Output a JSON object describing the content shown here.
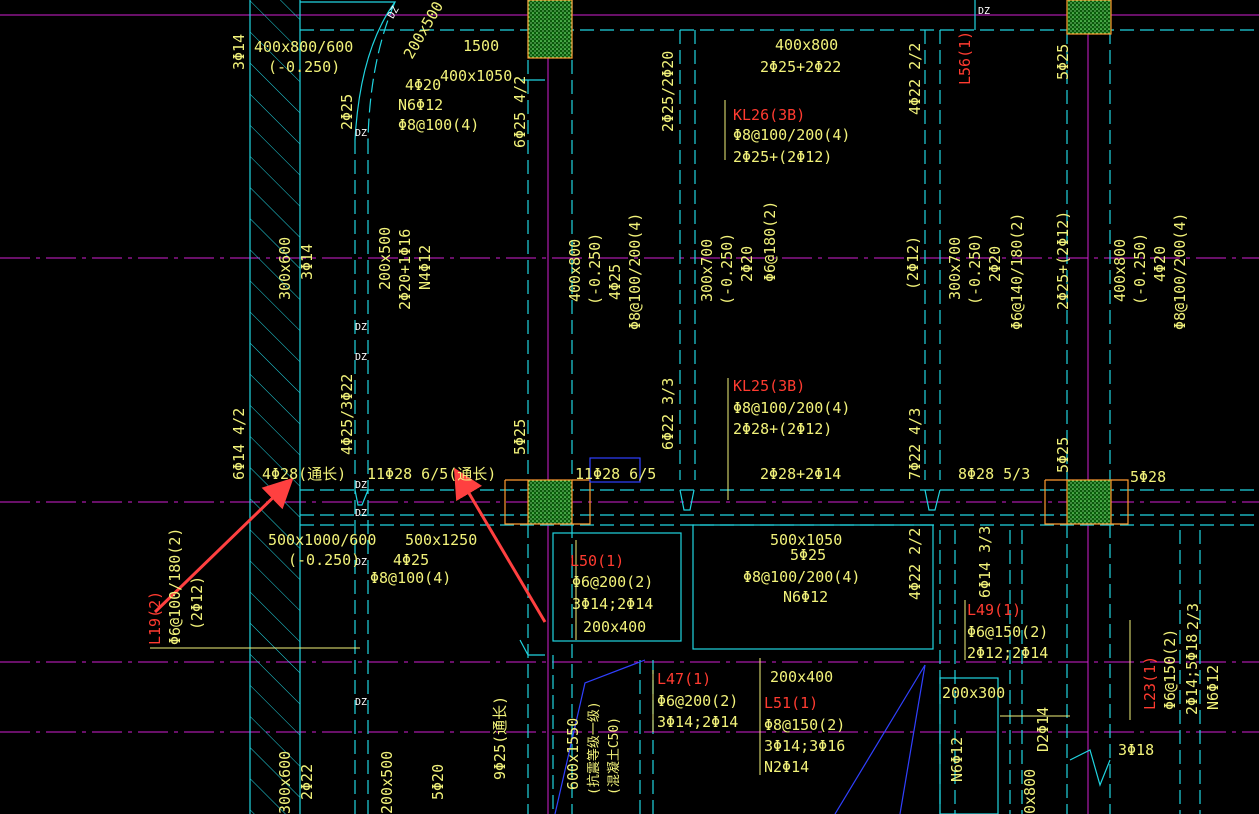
{
  "annotations": {
    "t1": "3Φ14",
    "t2": "400x800/600",
    "t3": "(-0.250)",
    "t4": "200x500",
    "t5": "1500",
    "t6": "4Φ20",
    "t7": "400x1050",
    "t8": "N6Φ12",
    "t9": "Φ8@100(4)",
    "t10": "2Φ25",
    "t11": "6Φ25 4/2",
    "t12": "2Φ25/2Φ20",
    "t13": "400x800",
    "t14": "2Φ25+2Φ22",
    "t15": "4Φ22 2/2",
    "t16": "5Φ25",
    "t17": "L56(1)",
    "t18": "KL26(3B)",
    "t19": "Φ8@100/200(4)",
    "t20": "2Φ25+(2Φ12)",
    "t21": "300x600",
    "t22": "3Φ14",
    "t23": "200x500",
    "t24": "2Φ20+1Φ16",
    "t25": "N4Φ12",
    "t26": "400x800",
    "t27": "(-0.250)",
    "t28": "4Φ25",
    "t29": "Φ8@100/200(4)",
    "t30": "300x700",
    "t31": "(-0.250)",
    "t32": "2Φ20",
    "t33": "Φ6@180(2)",
    "t34": "(2Φ12)",
    "t35": "300x700",
    "t36": "(-0.250)",
    "t37": "2Φ20",
    "t38": "Φ6@140/180(2)",
    "t39": "2Φ25+(2Φ12)",
    "t40": "400x800",
    "t41": "(-0.250)",
    "t42": "4Φ20",
    "t43": "Φ8@100/200(4)",
    "t44": "4Φ25/3Φ22",
    "t45": "KL25(3B)",
    "t46": "Φ8@100/200(4)",
    "t47": "2Φ28+(2Φ12)",
    "t48": "6Φ14 4/2",
    "t49": "5Φ25",
    "t50": "6Φ22 3/3",
    "t51": "7Φ22 4/3",
    "t52": "5Φ25",
    "t53": "4Φ28(通长)",
    "t54": "11Φ28 6/5(通长)",
    "t55": "11Φ28 6/5",
    "t56": "2Φ28+2Φ14",
    "t57": "8Φ28 5/3",
    "t58": "5Φ28",
    "t59": "500x1000/600",
    "t60": "(-0.250)",
    "t61": "500x1250",
    "t62": "4Φ25",
    "t63": "Φ8@100(4)",
    "t64": "L50(1)",
    "t65": "Φ6@200(2)",
    "t66": "3Φ14;2Φ14",
    "t67": "200x400",
    "t68": "500x1050",
    "t69": "5Φ25",
    "t70": "Φ8@100/200(4)",
    "t71": "N6Φ12",
    "t72": "4Φ22 2/2",
    "t73": "6Φ14 3/3",
    "t74": "L49(1)",
    "t75": "Φ6@150(2)",
    "t76": "2Φ12;2Φ14",
    "t77": "2/3",
    "t78": "L19(2)",
    "t79": "Φ6@100/180(2)",
    "t80": "(2Φ12)",
    "t81": "L47(1)",
    "t82": "Φ6@200(2)",
    "t83": "3Φ14;2Φ14",
    "t84": "200x400",
    "t85": "L51(1)",
    "t86": "Φ8@150(2)",
    "t87": "3Φ14;3Φ16",
    "t88": "N2Φ14",
    "t89": "200x300",
    "t90": "L23(1)",
    "t91": "Φ6@150(2)",
    "t92": "2Φ14;5Φ18",
    "t93": "N6Φ12",
    "t94": "9Φ25(通长)",
    "t95": "600x1550",
    "t96": "(抗震等级一级)",
    "t97": "(混凝土C50)",
    "t98": "D2Φ14",
    "t99": "3Φ18",
    "t100": "300x600",
    "t101": "2Φ22",
    "t102": "200x500",
    "t103": "5Φ20",
    "t104": "N6Φ12",
    "t105": "0x800",
    "t106": "DZ",
    "t107": "DZ",
    "t108": "DZ",
    "t109": "DZ",
    "t110": "DZ",
    "t111": "DZ",
    "t112": "DZ",
    "t113": "DZ",
    "t114": "DZ"
  },
  "colors": {
    "background": "#000000",
    "beam_text": "#f2f27a",
    "beam_id": "#ff3b30",
    "beam_line": "#20d4e0",
    "axis_line": "#d020d0",
    "arrow": "#ff4040"
  }
}
